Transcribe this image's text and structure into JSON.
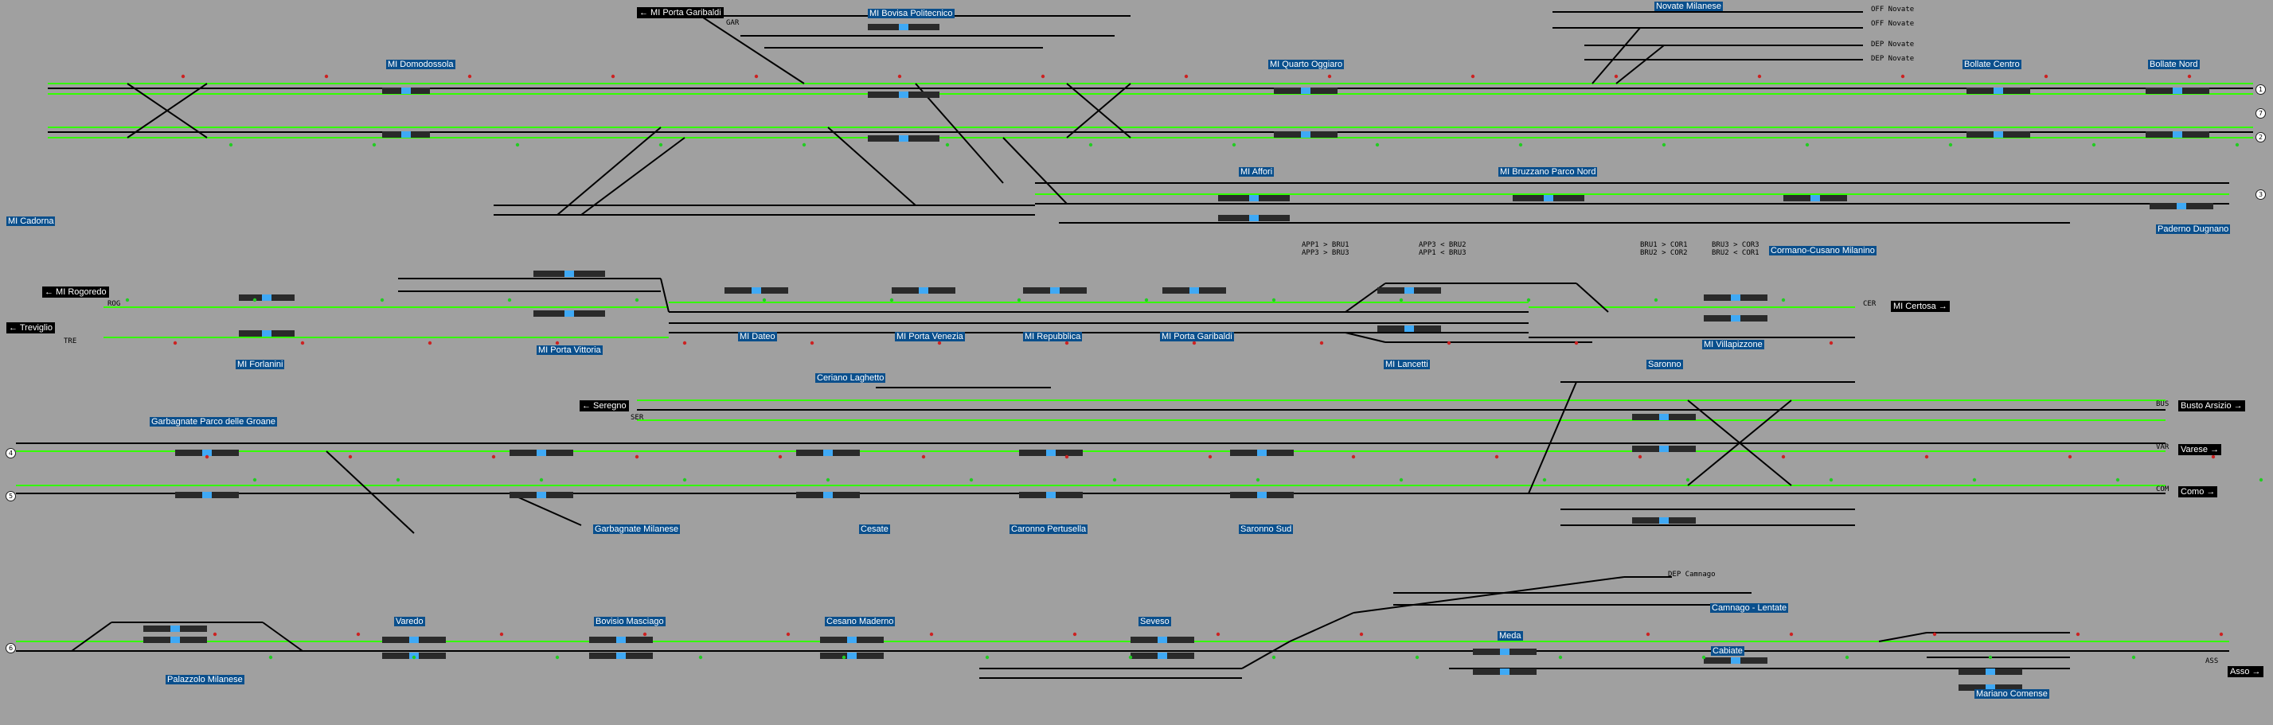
{
  "colors": {
    "background": "#a0a0a0",
    "track_idle": "#000000",
    "track_route_set": "#33ff00",
    "station_label_bg": "#0a4f8c",
    "platform_block": "#2a2a2a",
    "signal_red": "#cc2222",
    "signal_green": "#22cc22",
    "occupied_blue": "#3fa9f5"
  },
  "stations": {
    "cadorna": "MI Cadorna",
    "domodossola": "MI Domodossola",
    "bovisa": "MI Bovisa Politecnico",
    "quarto_oggiaro": "MI Quarto Oggiaro",
    "novate": "Novate Milanese",
    "bollate_centro": "Bollate Centro",
    "bollate_nord": "Bollate Nord",
    "affori": "MI Affori",
    "bruzzano": "MI Bruzzano Parco Nord",
    "cormano": "Cormano-Cusano Milanino",
    "paderno": "Paderno Dugnano",
    "forlanini": "MI Forlanini",
    "porta_vittoria": "MI Porta Vittoria",
    "dateo": "MI Dateo",
    "porta_venezia": "MI Porta Venezia",
    "repubblica": "MI Repubblica",
    "porta_garibaldi": "MI Porta Garibaldi",
    "lancetti": "MI Lancetti",
    "villapizzone": "MI Villapizzone",
    "ceriano": "Ceriano Laghetto",
    "saronno": "Saronno",
    "garbagnate_pdg": "Garbagnate Parco delle Groane",
    "garbagnate_mil": "Garbagnate Milanese",
    "cesate": "Cesate",
    "caronno": "Caronno Pertusella",
    "saronno_sud": "Saronno Sud",
    "varedo": "Varedo",
    "bovisio": "Bovisio Masciago",
    "cesano": "Cesano Maderno",
    "seveso": "Seveso",
    "meda": "Meda",
    "cabiate": "Cabiate",
    "camnago": "Camnago - Lentate",
    "mariano": "Mariano Comense",
    "palazzolo": "Palazzolo Milanese"
  },
  "destinations": {
    "porta_garibaldi": "← MI Porta Garibaldi",
    "rogoredo": "← MI Rogoredo",
    "treviglio": "← Treviglio",
    "seregno": "← Seregno",
    "certosa": "MI Certosa →",
    "busto": "Busto Arsizio →",
    "varese": "Varese →",
    "como": "Como →",
    "asso": "Asso →"
  },
  "line_codes": {
    "gar": "GAR",
    "rog": "ROG",
    "tre": "TRE",
    "ser": "SER",
    "cer": "CER",
    "bus": "BUS",
    "var": "VAR",
    "com": "COM",
    "ass": "ASS"
  },
  "novate_tracks": [
    "OFF Novate",
    "OFF Novate",
    "DEP Novate",
    "DEP Novate"
  ],
  "dep_camnago": "DEP Camnago",
  "route_notes": [
    "APP1 > BRU1",
    "APP3 > BRU3",
    "APP3 < BRU2",
    "APP1 < BRU3",
    "BRU1 > COR1",
    "BRU2 > COR2",
    "BRU3 > COR3",
    "BRU2 < COR1"
  ],
  "line_numbers": [
    "1",
    "2",
    "3",
    "4",
    "5",
    "6",
    "7"
  ]
}
